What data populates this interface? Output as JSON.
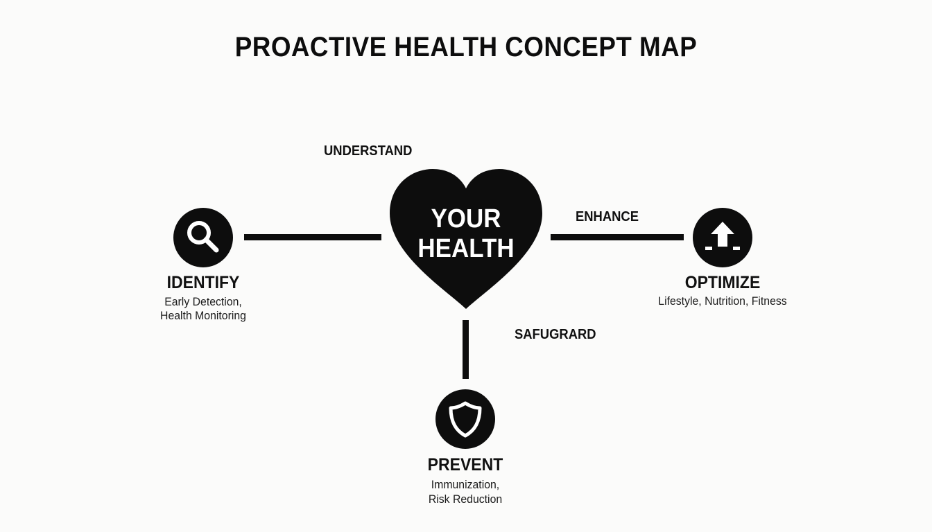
{
  "title": "PROACTIVE HEALTH CONCEPT MAP",
  "center": {
    "line1": "YOUR",
    "line2": "HEALTH",
    "icon": "heart-icon"
  },
  "edges": {
    "understand": "UNDERSTAND",
    "enhance": "ENHANCE",
    "safeguard": "SAFUGRARD"
  },
  "nodes": {
    "identify": {
      "icon": "magnifier-icon",
      "title": "IDENTIFY",
      "desc1": "Early Detection,",
      "desc2": "Health Monitoring"
    },
    "optimize": {
      "icon": "upload-arrow-icon",
      "title": "OPTIMIZE",
      "desc1": "Lifestyle, Nutrition, Fitness"
    },
    "prevent": {
      "icon": "shield-icon",
      "title": "PREVENT",
      "desc1": "Immunization,",
      "desc2": "Risk Reduction"
    }
  },
  "colors": {
    "background": "#fbfbfa",
    "foreground": "#0d0d0d",
    "icon_glyph": "#ffffff"
  }
}
